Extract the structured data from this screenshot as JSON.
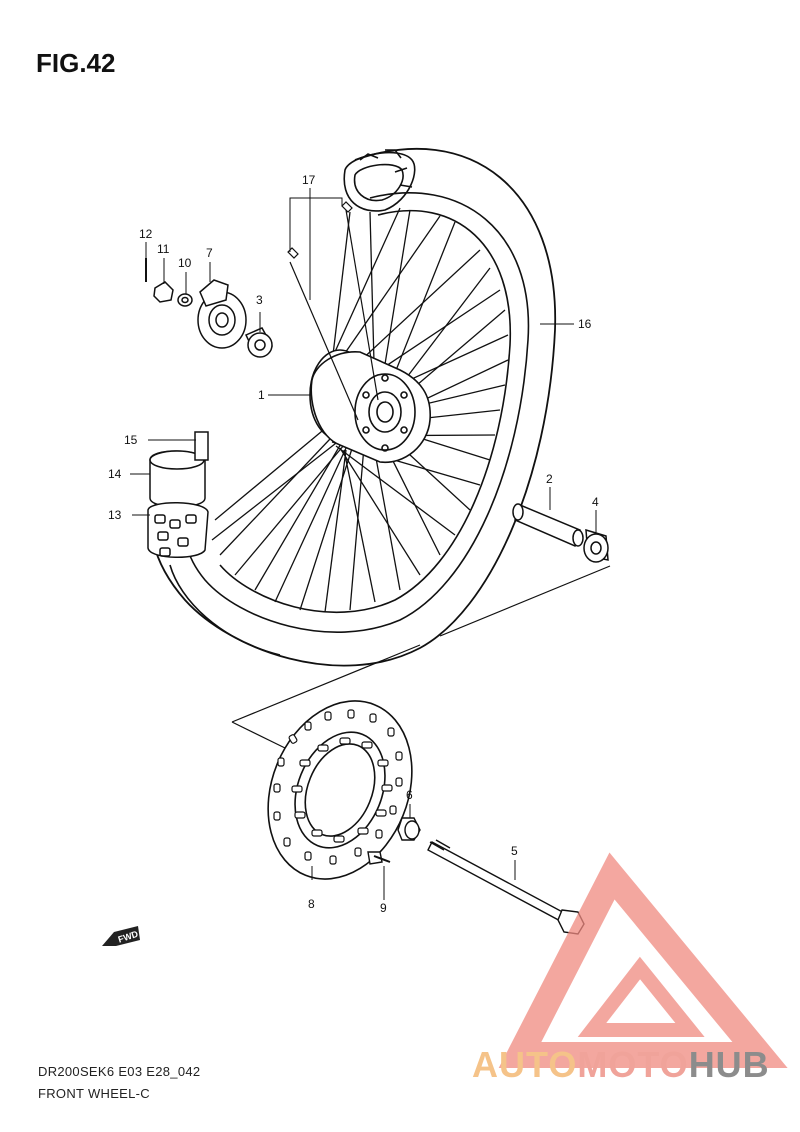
{
  "figure": {
    "title": "FIG.42",
    "model_code": "DR200SEK6 E03 E28_042",
    "name": "FRONT WHEEL-C"
  },
  "callouts": {
    "p1": "1",
    "p2": "2",
    "p3": "3",
    "p4": "4",
    "p5": "5",
    "p6": "6",
    "p7": "7",
    "p8": "8",
    "p9": "9",
    "p10": "10",
    "p11": "11",
    "p12": "12",
    "p13": "13",
    "p14": "14",
    "p15": "15",
    "p16": "16",
    "p17": "17"
  },
  "fwd_label": "FWD",
  "watermark": {
    "part_a": "AUTO",
    "part_b": "MOTO",
    "part_c": "HUB",
    "color_a": "#f5c389",
    "color_b": "#f0a39a",
    "color_c": "#8c8c8c",
    "logo_color": "#f08a80"
  }
}
